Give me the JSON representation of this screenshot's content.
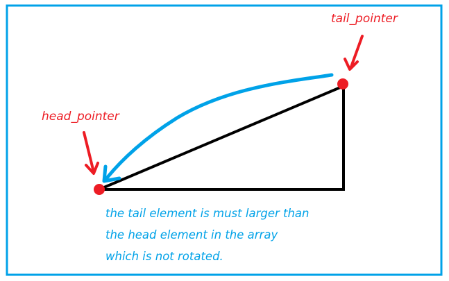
{
  "labels": {
    "tail": "tail_pointer",
    "head": "head_pointer"
  },
  "caption": {
    "line1": "the tail element is must larger than",
    "line2": "the head element in the array",
    "line3": "which is not rotated."
  },
  "colors": {
    "frame": "#00a2e8",
    "triangle": "#000000",
    "pointer": "#ed1c24",
    "curve_arrow": "#00a2e8",
    "caption": "#00a2e8"
  }
}
